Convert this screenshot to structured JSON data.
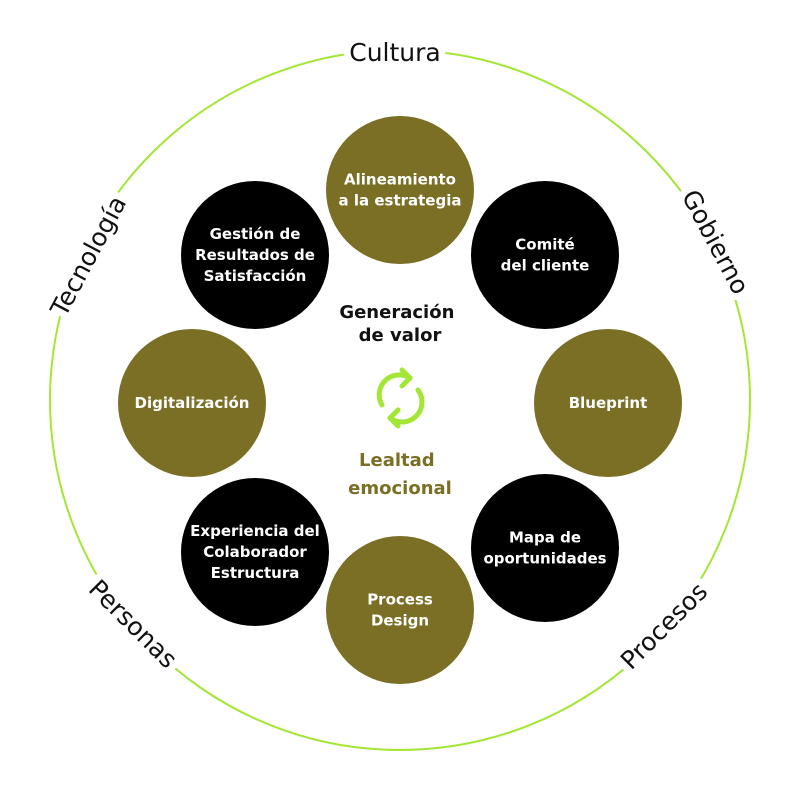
{
  "colors": {
    "ring": "#a3e635",
    "olive": "#7a6f25",
    "black": "#000000",
    "icon": "#a3e635"
  },
  "ring_labels": {
    "top": "Cultura",
    "right_top": "Gobierno",
    "right_bottom": "Procesos",
    "left_bottom": "Personas",
    "left_top": "Tecnología"
  },
  "center": {
    "top": [
      "Generación",
      "de valor"
    ],
    "bottom": [
      "Lealtad",
      "emocional"
    ],
    "icon": "refresh-cycle-icon"
  },
  "nodes": [
    {
      "lines": [
        "Alineamiento",
        "a la estrategia"
      ],
      "color": "olive"
    },
    {
      "lines": [
        "Comité",
        "del cliente"
      ],
      "color": "black"
    },
    {
      "lines": [
        "Blueprint"
      ],
      "color": "olive"
    },
    {
      "lines": [
        "Mapa de",
        "oportunidades"
      ],
      "color": "black"
    },
    {
      "lines": [
        "Process",
        "Design"
      ],
      "color": "olive"
    },
    {
      "lines": [
        "Experiencia del",
        "Colaborador",
        "Estructura"
      ],
      "color": "black"
    },
    {
      "lines": [
        "Digitalización"
      ],
      "color": "olive"
    },
    {
      "lines": [
        "Gestión de",
        "Resultados de",
        "Satisfacción"
      ],
      "color": "black"
    }
  ]
}
